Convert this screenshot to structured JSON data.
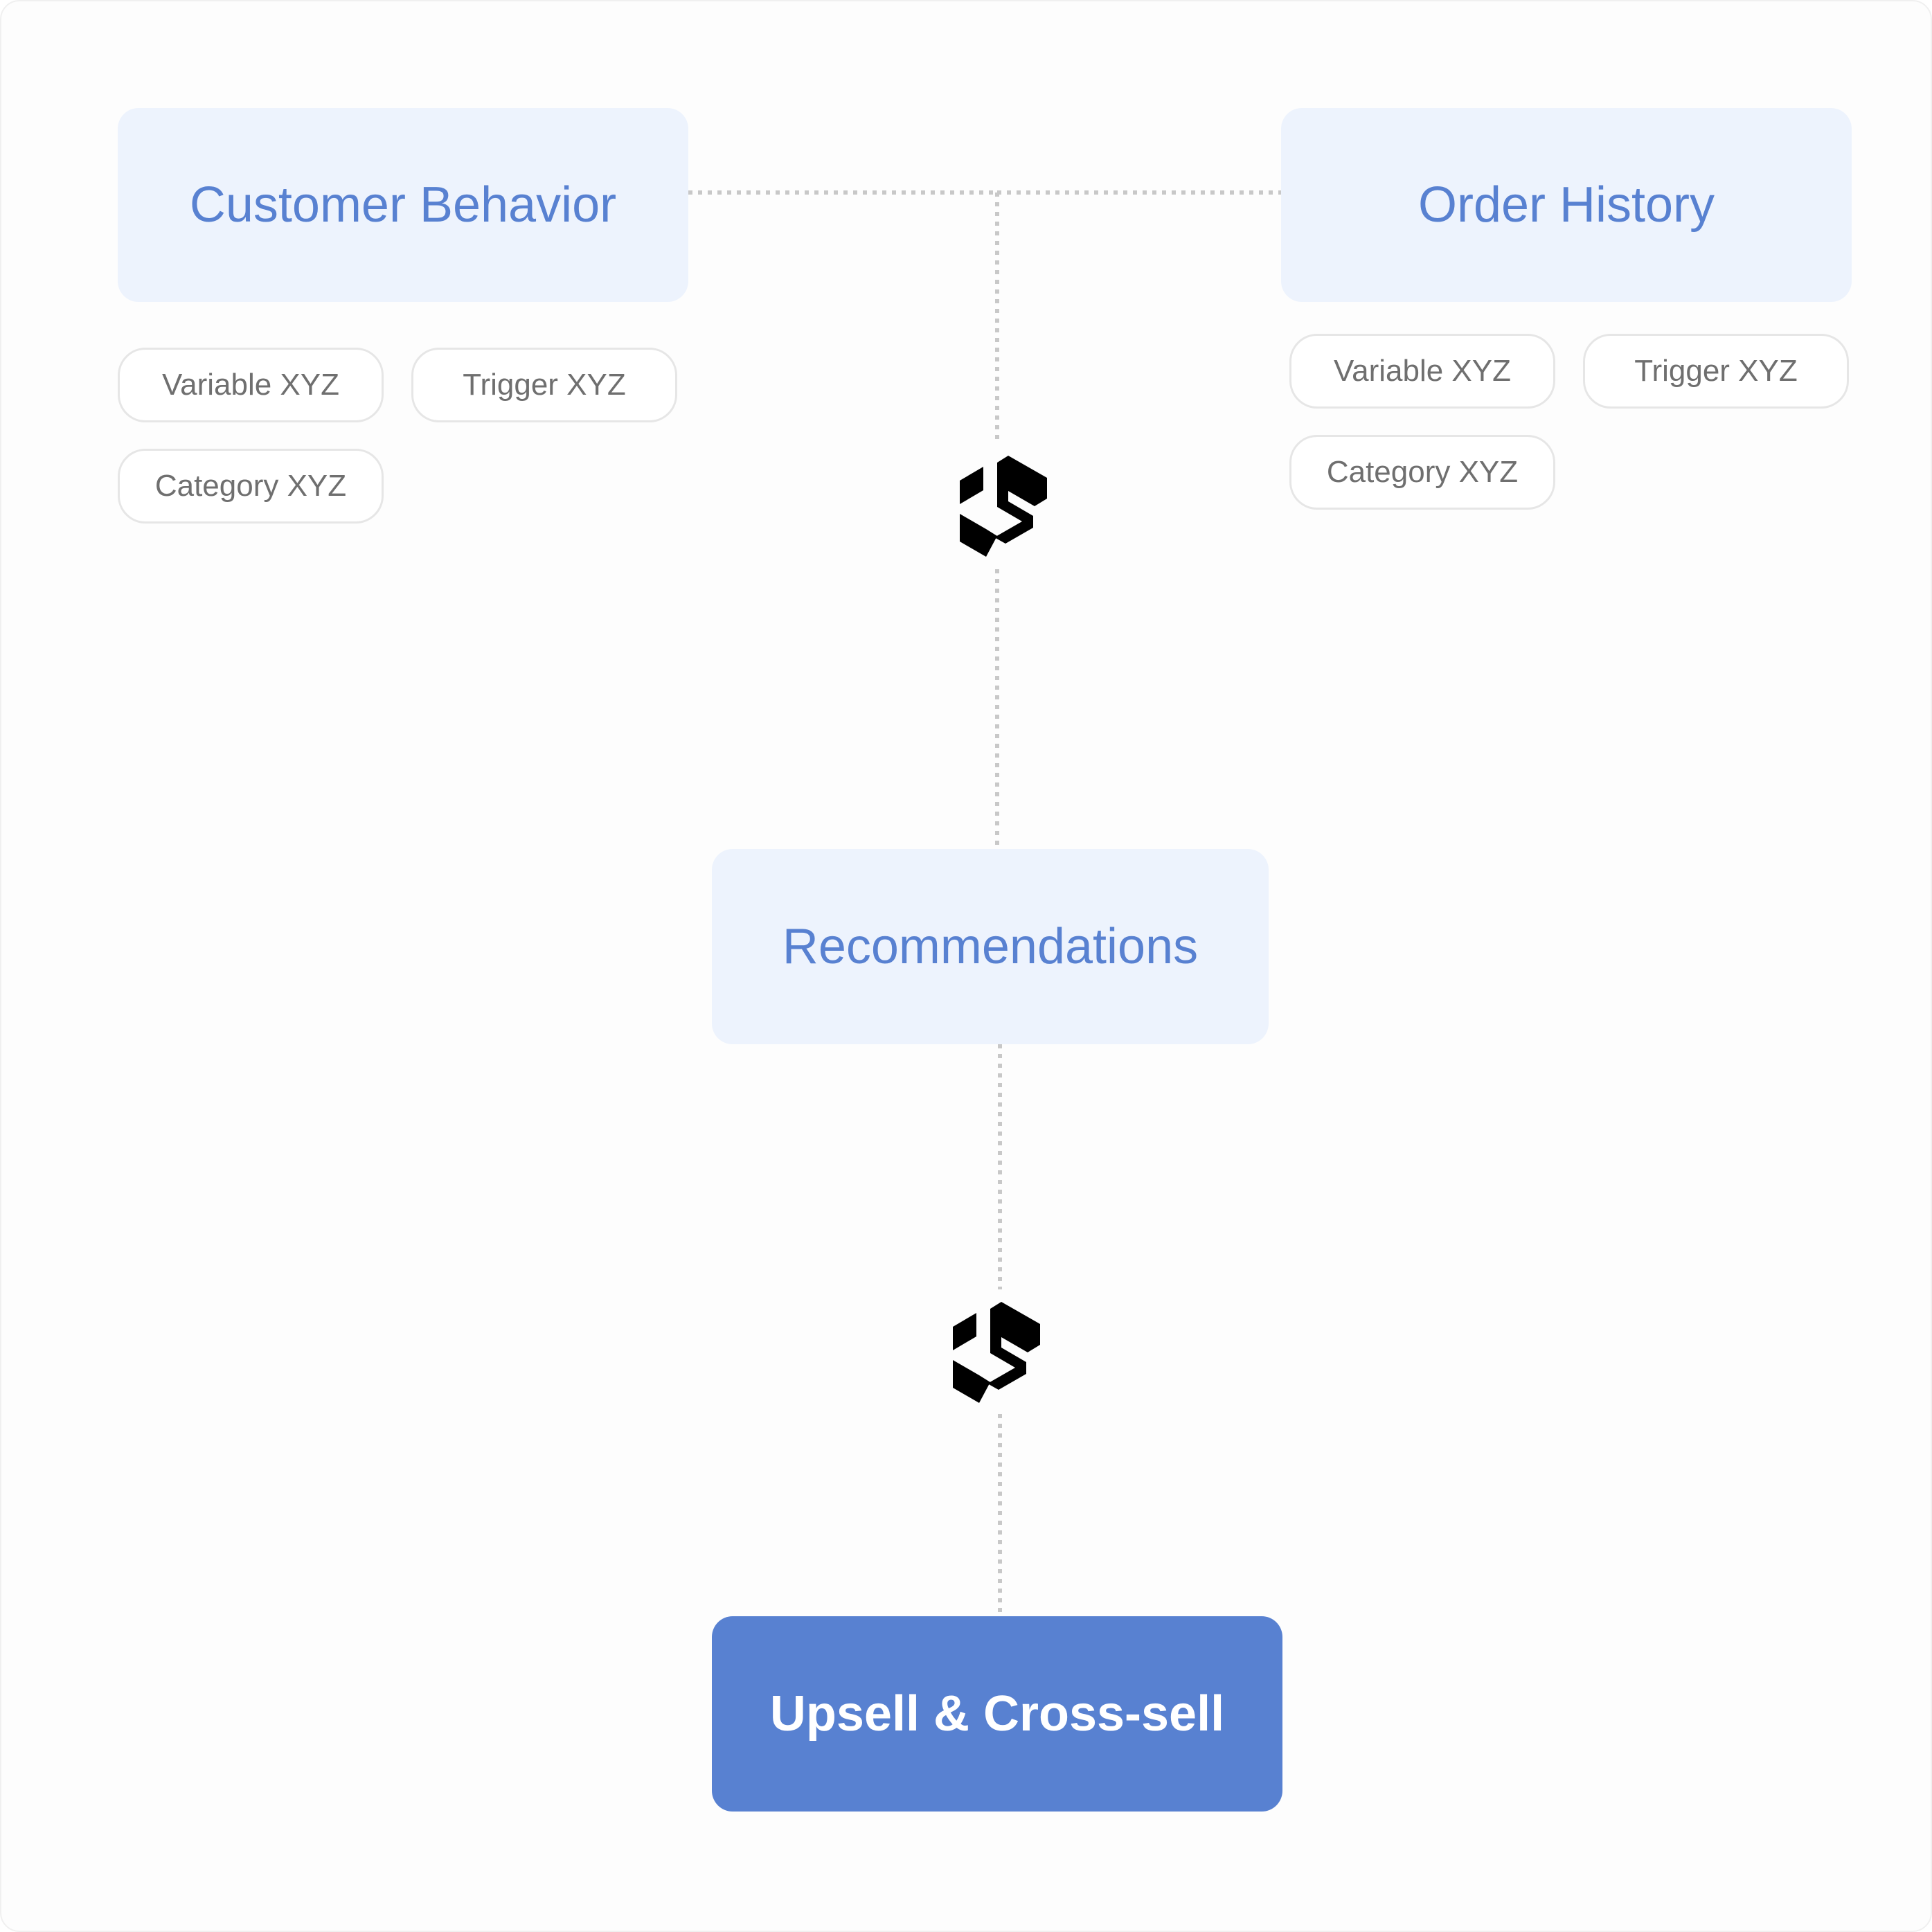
{
  "nodes": {
    "customer_behavior": "Customer Behavior",
    "order_history": "Order History",
    "recommendations": "Recommendations",
    "upsell": "Upsell & Cross-sell"
  },
  "left_chips": [
    "Variable XYZ",
    "Trigger XYZ",
    "Category XYZ"
  ],
  "right_chips": [
    "Variable XYZ",
    "Trigger XYZ",
    "Category XYZ"
  ],
  "colors": {
    "accent": "#5881d1",
    "node_light_bg": "#edf3fd",
    "chip_border": "#e6e6e6",
    "chip_text": "#6f6f6f",
    "connector": "#c8c8c8",
    "logo": "#000000"
  },
  "icons": [
    "brand-logo-icon",
    "brand-logo-icon"
  ]
}
